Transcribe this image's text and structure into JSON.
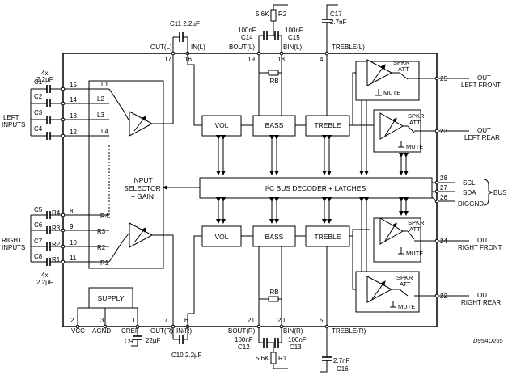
{
  "chip": {
    "drawing_code": "D95AU265",
    "decoder_label": "I²C BUS DECODER + LATCHES",
    "selector_label": [
      "INPUT",
      "SELECTOR",
      "+ GAIN"
    ],
    "supply_label": "SUPPLY"
  },
  "blocks": {
    "vol": "VOL",
    "bass": "BASS",
    "treble": "TREBLE",
    "rb": "RB",
    "spkr_att": [
      "SPKR",
      "ATT"
    ],
    "mute": "MUTE"
  },
  "input_groups": {
    "left": [
      "LEFT",
      "INPUTS"
    ],
    "right": [
      "RIGHT",
      "INPUTS"
    ],
    "cap_note_top": [
      "4x",
      "2.2µF"
    ],
    "cap_note_bottom": [
      "4x",
      "2.2µF"
    ]
  },
  "left_inputs": [
    {
      "cap": "C1",
      "name": "L1",
      "pin": "15"
    },
    {
      "cap": "C2",
      "name": "L2",
      "pin": "14"
    },
    {
      "cap": "C3",
      "name": "L3",
      "pin": "13"
    },
    {
      "cap": "C4",
      "name": "L4",
      "pin": "12"
    }
  ],
  "right_inputs": [
    {
      "cap": "C5",
      "name": "R4",
      "pin": "8"
    },
    {
      "cap": "C6",
      "name": "R3",
      "pin": "9"
    },
    {
      "cap": "C7",
      "name": "R2",
      "pin": "10"
    },
    {
      "cap": "C8",
      "name": "R1",
      "pin": "11"
    }
  ],
  "mux_labels_left": [
    "L1",
    "L2",
    "L3",
    "L4"
  ],
  "mux_labels_right": [
    "R4",
    "R3",
    "R2",
    "R1"
  ],
  "top_pins": [
    {
      "pin": "17",
      "label": "OUT(L)"
    },
    {
      "pin": "16",
      "label": "IN(L)"
    },
    {
      "pin": "19",
      "label": "BOUT(L)"
    },
    {
      "pin": "18",
      "label": "BIN(L)"
    },
    {
      "pin": "4",
      "label": "TREBLE(L)"
    }
  ],
  "bottom_pins": [
    {
      "pin": "2",
      "label": "VCC"
    },
    {
      "pin": "3",
      "label": "AGND"
    },
    {
      "pin": "1",
      "label": "CREF"
    },
    {
      "pin": "7",
      "label": "OUT(R)"
    },
    {
      "pin": "6",
      "label": "IN(R)"
    },
    {
      "pin": "21",
      "label": "BOUT(R)"
    },
    {
      "pin": "20",
      "label": "BIN(R)"
    },
    {
      "pin": "5",
      "label": "TREBLE(R)"
    }
  ],
  "outputs": [
    {
      "pin": "25",
      "line1": "OUT",
      "line2": "LEFT FRONT"
    },
    {
      "pin": "23",
      "line1": "OUT",
      "line2": "LEFT REAR"
    },
    {
      "pin": "24",
      "line1": "OUT",
      "line2": "RIGHT FRONT"
    },
    {
      "pin": "22",
      "line1": "OUT",
      "line2": "RIGHT REAR"
    }
  ],
  "bus_pins": [
    {
      "pin": "28",
      "label": "SCL"
    },
    {
      "pin": "27",
      "label": "SDA"
    },
    {
      "pin": "26",
      "label": "DIGGND"
    }
  ],
  "bus_label": "BUS",
  "components_top": {
    "c11": "C11 2.2µF",
    "r2_value": "5.6K",
    "r2": "R2",
    "c14_value": "100nF",
    "c14": "C14",
    "c15_value": "100nF",
    "c15": "C15",
    "c17": "C17",
    "c17_value": "2.7nF"
  },
  "components_bottom": {
    "c9": "C9",
    "c9_value": "22µF",
    "c10": "C10 2.2µF",
    "c12_value": "100nF",
    "c12": "C12",
    "c13_value": "100nF",
    "c13": "C13",
    "r1_value": "5.6K",
    "r1": "R1",
    "c16_value": "2.7nF",
    "c16": "C16"
  }
}
